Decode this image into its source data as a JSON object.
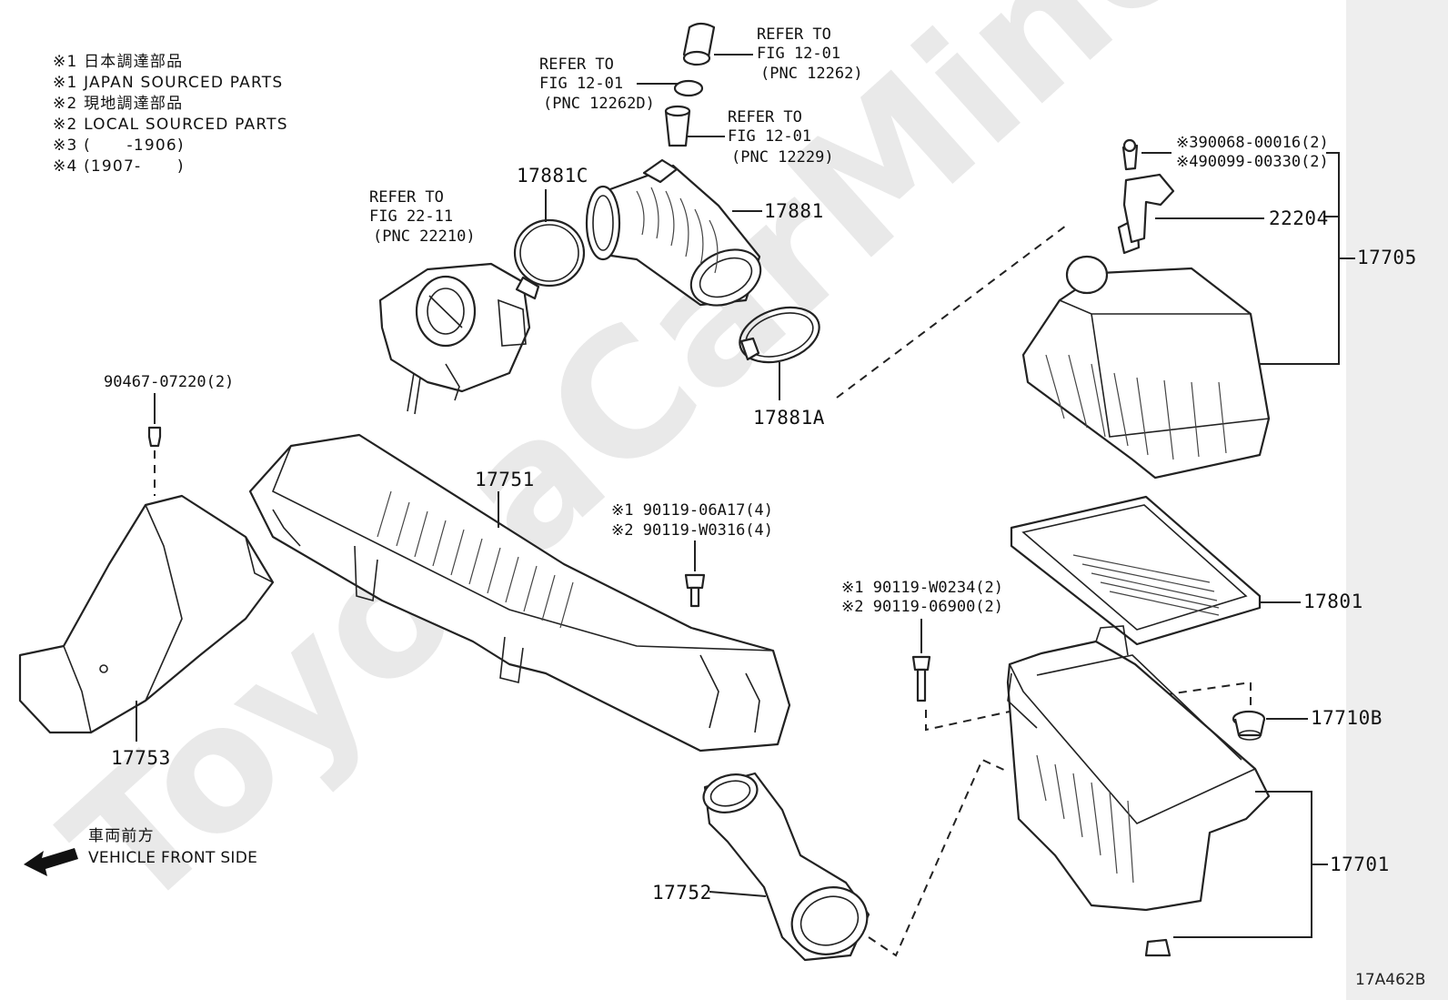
{
  "legend": {
    "line1": "※1 日本調達部品",
    "line2": "※1 JAPAN SOURCED PARTS",
    "line3": "※2 現地調達部品",
    "line4": "※2 LOCAL SOURCED PARTS",
    "line5": "※3 (      -1906)",
    "line6": "※4 (1907-      )"
  },
  "watermark": "ToyotaCarMine.ru",
  "direction": {
    "jp": "車両前方",
    "en": "VEHICLE FRONT SIDE"
  },
  "diagram_code": "17A462B",
  "refs": {
    "r1": {
      "a": "REFER TO",
      "b": "FIG 12-01",
      "c": "(PNC 12262)"
    },
    "r2": {
      "a": "REFER TO",
      "b": "FIG 12-01",
      "c": "(PNC 12262D)"
    },
    "r3": {
      "a": "REFER TO",
      "b": "FIG 12-01",
      "c": "(PNC 12229)"
    },
    "r4": {
      "a": "REFER TO",
      "b": "FIG 22-11",
      "c": "(PNC 22210)"
    }
  },
  "parts": {
    "p17881C": "17881C",
    "p17881": "17881",
    "p17881A": "17881A",
    "p22204": "22204",
    "p17705": "17705",
    "p17751": "17751",
    "p17753": "17753",
    "p17752": "17752",
    "p17801": "17801",
    "p17710B": "17710B",
    "p17701": "17701"
  },
  "fasteners": {
    "f_a1": "※390068-00016(2)",
    "f_a2": "※490099-00330(2)",
    "f_b": "90467-07220(2)",
    "f_c1": "※1 90119-06A17(4)",
    "f_c2": "※2 90119-W0316(4)",
    "f_d1": "※1 90119-W0234(2)",
    "f_d2": "※2 90119-06900(2)"
  }
}
